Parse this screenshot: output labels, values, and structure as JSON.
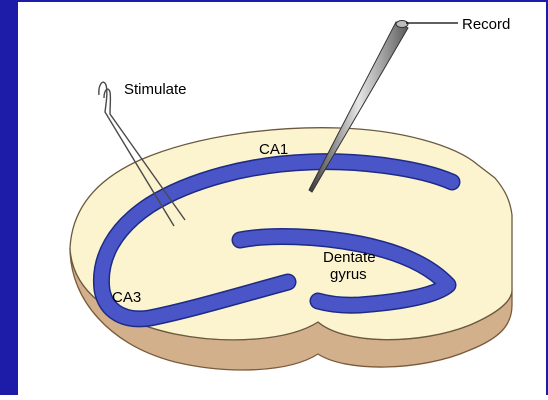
{
  "colors": {
    "background": "#1c1ca8",
    "panel": "#ffffff",
    "slice_top": "#fcf3cf",
    "slice_side": "#d3b08c",
    "cell_layer": "#4a56c8",
    "cell_layer_edge": "#1d2b86",
    "electrode_dark": "#4a4a4a",
    "electrode_light": "#d9d9d9"
  },
  "labels": {
    "record": "Record",
    "stimulate": "Stimulate",
    "ca1": "CA1",
    "ca3": "CA3",
    "dentate_line1": "Dentate",
    "dentate_line2": "gyrus"
  }
}
